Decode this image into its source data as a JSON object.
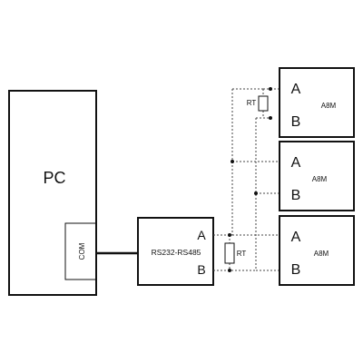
{
  "pc": {
    "label": "PC",
    "port_label": "COM"
  },
  "converter": {
    "label": "RS232-RS485",
    "terminal_a": "A",
    "terminal_b": "B"
  },
  "terminator": {
    "label": "RT"
  },
  "devices": [
    {
      "model": "A8M",
      "terminal_a": "A",
      "terminal_b": "B"
    },
    {
      "model": "A8M",
      "terminal_a": "A",
      "terminal_b": "B"
    },
    {
      "model": "A8M",
      "terminal_a": "A",
      "terminal_b": "B"
    }
  ]
}
